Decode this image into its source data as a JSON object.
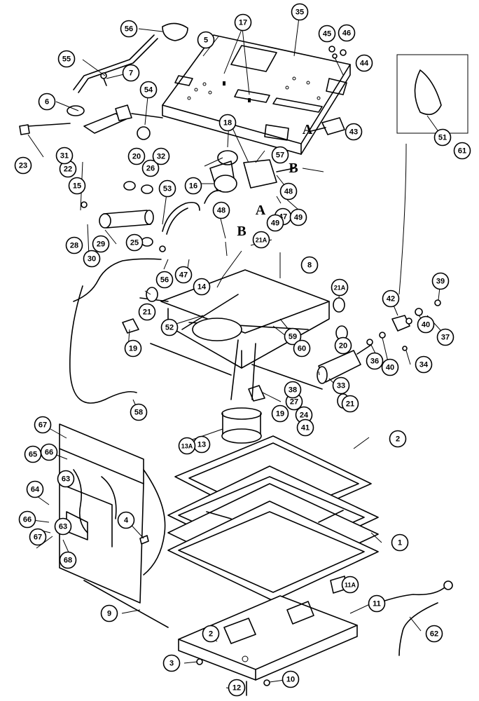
{
  "callouts": [
    "1",
    "2",
    "2",
    "3",
    "4",
    "5",
    "6",
    "7",
    "8",
    "9",
    "10",
    "11",
    "11A",
    "12",
    "13",
    "13A",
    "14",
    "15",
    "16",
    "17",
    "18",
    "19",
    "19",
    "20",
    "20",
    "21",
    "21",
    "21A",
    "21A",
    "22",
    "23",
    "24",
    "25",
    "26",
    "27",
    "28",
    "29",
    "30",
    "31",
    "32",
    "33",
    "34",
    "35",
    "36",
    "37",
    "38",
    "39",
    "40",
    "40",
    "41",
    "42",
    "43",
    "44",
    "45",
    "46",
    "47",
    "47",
    "48",
    "48",
    "49",
    "49",
    "51",
    "52",
    "53",
    "54",
    "55",
    "56",
    "56",
    "57",
    "58",
    "59",
    "60",
    "61",
    "62",
    "63",
    "63",
    "64",
    "65",
    "66",
    "66",
    "67",
    "67",
    "68"
  ],
  "reference_marks": [
    "A",
    "A",
    "B",
    "B"
  ]
}
